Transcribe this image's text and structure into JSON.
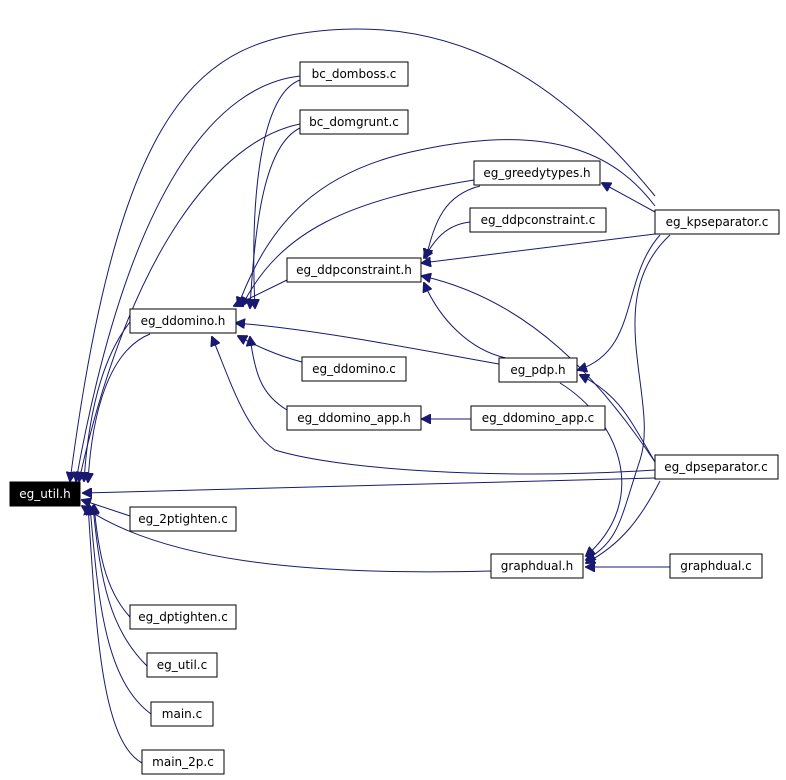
{
  "colors": {
    "edge": "#191970",
    "root_fill": "#000000",
    "root_text": "#ffffff",
    "node_fill": "#ffffff",
    "node_border": "#000000"
  },
  "nodes": {
    "eg_util_h": "eg_util.h",
    "bc_domboss_c": "bc_domboss.c",
    "bc_domgrunt_c": "bc_domgrunt.c",
    "eg_greedytypes_h": "eg_greedytypes.h",
    "eg_ddpconstraint_c": "eg_ddpconstraint.c",
    "eg_kpseparator_c": "eg_kpseparator.c",
    "eg_ddpconstraint_h": "eg_ddpconstraint.h",
    "eg_ddomino_h": "eg_ddomino.h",
    "eg_ddomino_c": "eg_ddomino.c",
    "eg_pdp_h": "eg_pdp.h",
    "eg_ddomino_app_h": "eg_ddomino_app.h",
    "eg_ddomino_app_c": "eg_ddomino_app.c",
    "eg_dpseparator_c": "eg_dpseparator.c",
    "eg_2ptighten_c": "eg_2ptighten.c",
    "graphdual_h": "graphdual.h",
    "graphdual_c": "graphdual.c",
    "eg_dptighten_c": "eg_dptighten.c",
    "eg_util_c": "eg_util.c",
    "main_c": "main.c",
    "main_2p_c": "main_2p.c"
  }
}
